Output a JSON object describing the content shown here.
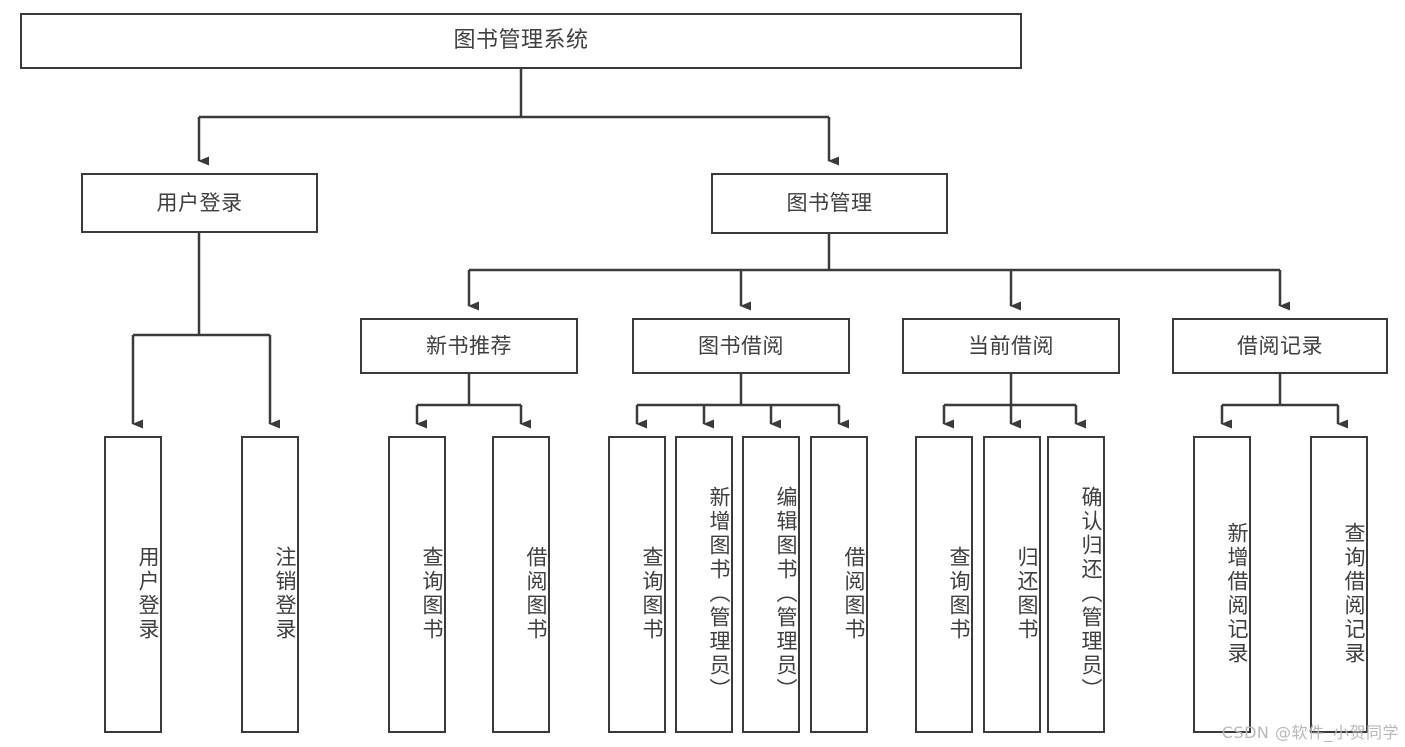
{
  "diagram": {
    "title": "图书管理系统",
    "type": "tree-structure-chart",
    "colors": {
      "background": "#ffffff",
      "border": "#3b3b3b",
      "text": "#3f3f3f",
      "edge": "#3b3b3b",
      "watermark": "#b9b9b9"
    }
  },
  "root": {
    "label": "图书管理系统"
  },
  "level2": {
    "user_login": {
      "label": "用户登录"
    },
    "book_manage": {
      "label": "图书管理"
    }
  },
  "level3": {
    "new_book_recommend": {
      "label": "新书推荐"
    },
    "book_borrow": {
      "label": "图书借阅"
    },
    "current_borrow": {
      "label": "当前借阅"
    },
    "borrow_record": {
      "label": "借阅记录"
    }
  },
  "leaves": {
    "user_login": [
      {
        "label": "用户登录"
      },
      {
        "label": "注销登录"
      }
    ],
    "new_book_recommend": [
      {
        "label": "查询图书"
      },
      {
        "label": "借阅图书"
      }
    ],
    "book_borrow": [
      {
        "label": "查询图书"
      },
      {
        "label": "新增图书（管理员）"
      },
      {
        "label": "编辑图书（管理员）"
      },
      {
        "label": "借阅图书"
      }
    ],
    "current_borrow": [
      {
        "label": "查询图书"
      },
      {
        "label": "归还图书"
      },
      {
        "label": "确认归还（管理员）"
      }
    ],
    "borrow_record": [
      {
        "label": "新增借阅记录"
      },
      {
        "label": "查询借阅记录"
      }
    ]
  },
  "watermark": {
    "text": "CSDN @软件_小贺同学"
  }
}
